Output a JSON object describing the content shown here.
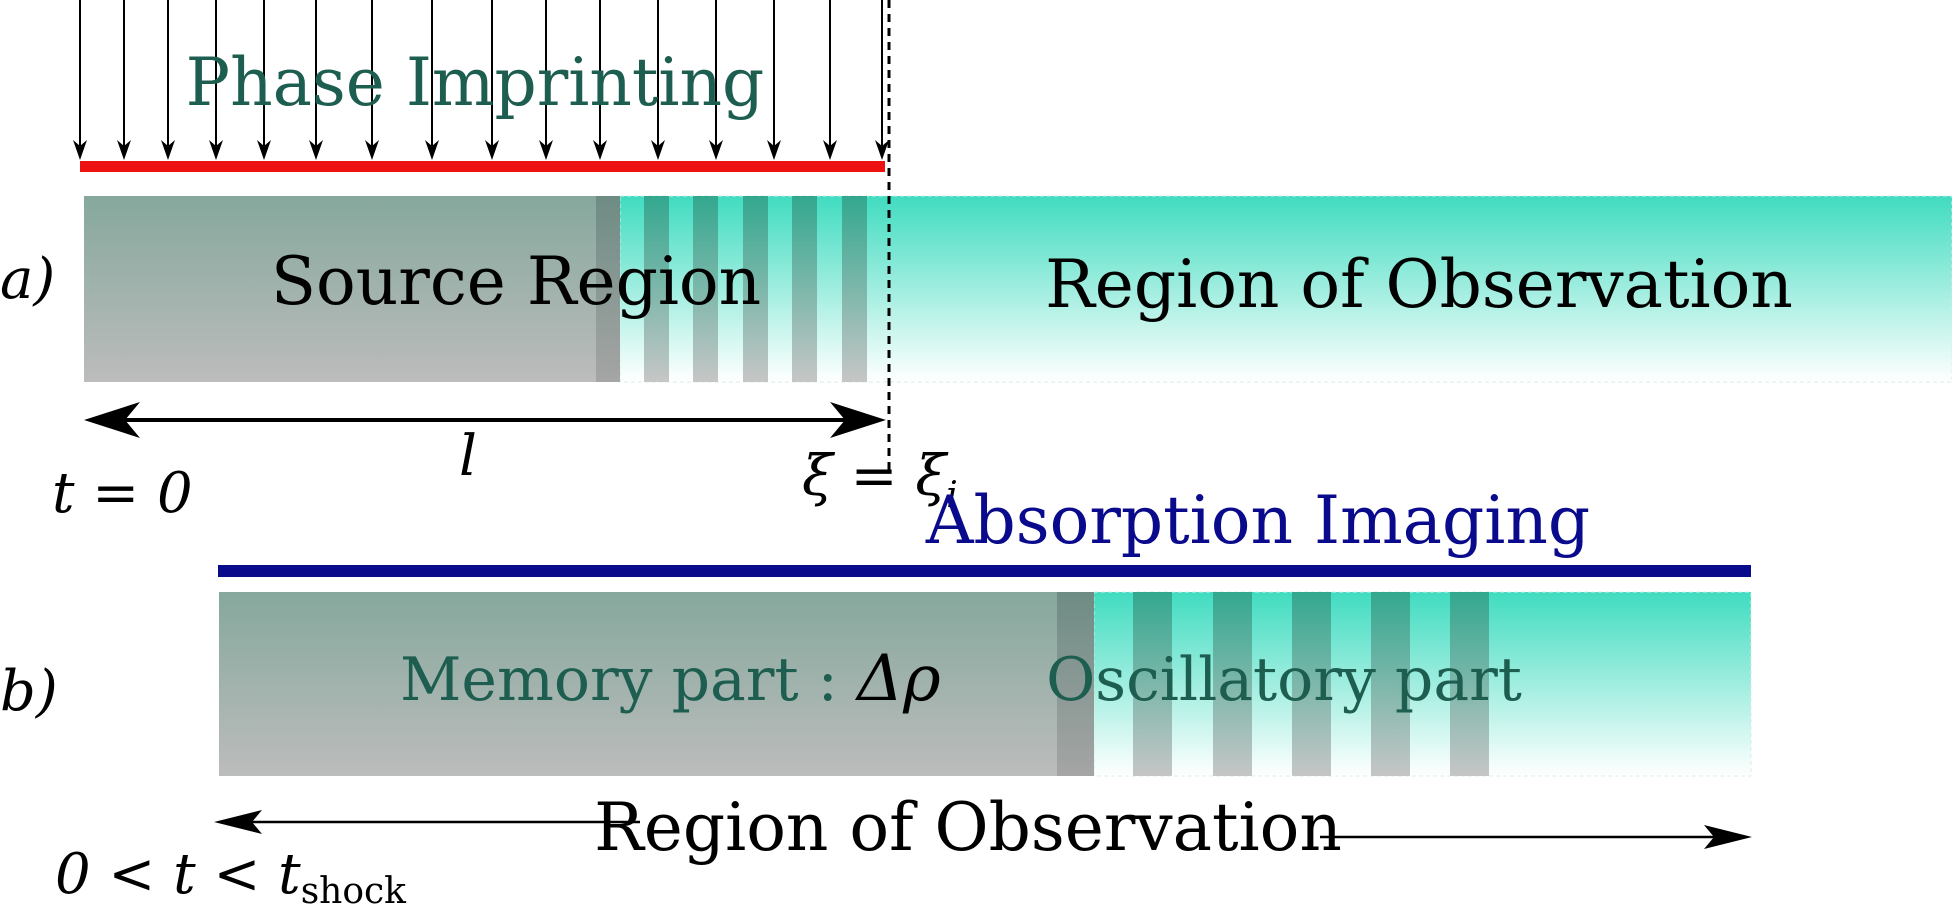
{
  "colors": {
    "teal": "#40dcc0",
    "gray": "#8aa89f",
    "dark_green": "#1d5e50",
    "red": "#ee1111",
    "navy": "#0a0a8c",
    "black": "#000000"
  },
  "panel_a": {
    "panel_label": "a)",
    "top_label": "Phase Imprinting",
    "source_label": "Source Region",
    "observation_label": "Region of Observation",
    "length_label": "l",
    "xi_label": "ξ = ξ",
    "xi_subscript": "i",
    "time_label": "t = 0"
  },
  "panel_b": {
    "panel_label": "b)",
    "top_label": "Absorption Imaging",
    "memory_label": "Memory part : ",
    "memory_symbol": "Δρ",
    "oscillatory_label": "Oscillatory part",
    "observation_label": "Region of Observation",
    "time_label_prefix": "0 < t < t",
    "time_label_subscript": "shock"
  },
  "icons": {
    "arrows": "down-arrow-icon",
    "double_arrow": "double-headed-arrow-icon"
  }
}
